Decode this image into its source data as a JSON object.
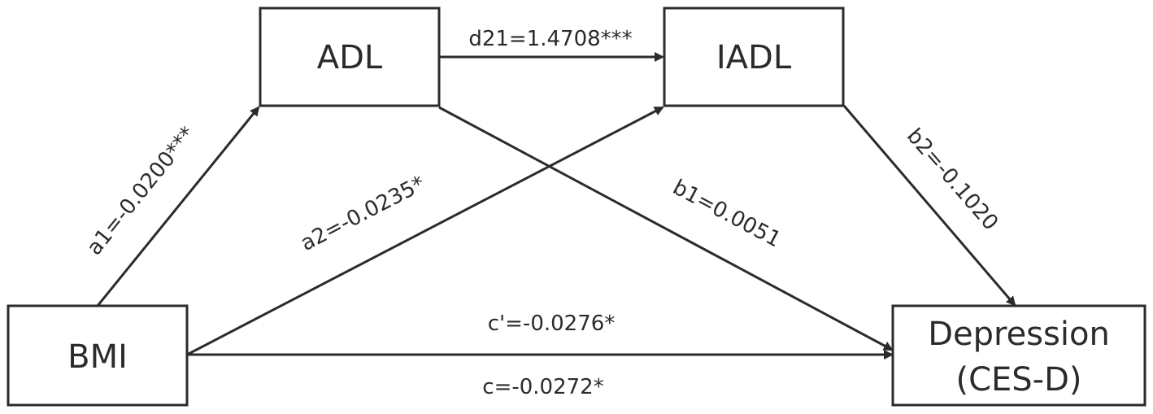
{
  "nodes": {
    "adl": {
      "label": "ADL"
    },
    "iadl": {
      "label": "IADL"
    },
    "bmi": {
      "label": "BMI"
    },
    "depression": {
      "line1": "Depression",
      "line2": "(CES-D)"
    }
  },
  "paths": {
    "a1": "a1=-0.0200***",
    "a2": "a2=-0.0235*",
    "d21": "d21=1.4708***",
    "b1": "b1=0.0051",
    "b2": "b2=-0.1020",
    "c_prime": "c'=-0.0276*",
    "c": "c=-0.0272*"
  },
  "colors": {
    "stroke": "#2b2b2b",
    "text": "#2b2b2b",
    "background": "#ffffff"
  }
}
